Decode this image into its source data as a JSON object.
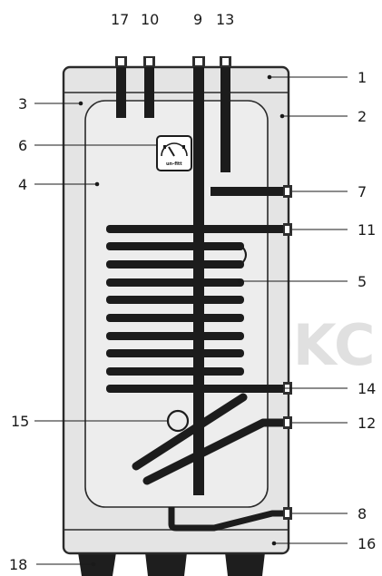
{
  "callouts": [
    {
      "id": "1",
      "label": "1"
    },
    {
      "id": "2",
      "label": "2"
    },
    {
      "id": "3",
      "label": "3"
    },
    {
      "id": "4",
      "label": "4"
    },
    {
      "id": "5",
      "label": "5"
    },
    {
      "id": "6",
      "label": "6"
    },
    {
      "id": "7",
      "label": "7"
    },
    {
      "id": "8",
      "label": "8"
    },
    {
      "id": "9",
      "label": "9"
    },
    {
      "id": "10",
      "label": "10"
    },
    {
      "id": "11",
      "label": "11"
    },
    {
      "id": "12",
      "label": "12"
    },
    {
      "id": "13",
      "label": "13"
    },
    {
      "id": "14",
      "label": "14"
    },
    {
      "id": "15",
      "label": "15"
    },
    {
      "id": "16",
      "label": "16"
    },
    {
      "id": "17",
      "label": "17"
    },
    {
      "id": "18",
      "label": "18"
    }
  ],
  "gauge": {
    "brand": "un-fitt"
  },
  "watermark": {
    "text": "OKC"
  },
  "colors": {
    "jacket": "#e4e4e4",
    "outline": "#2a2a2a",
    "tank": "#ededed",
    "pipe": "#1c1c1c",
    "fitting": "#2f2f2f",
    "feet": "#1e1e1e"
  }
}
